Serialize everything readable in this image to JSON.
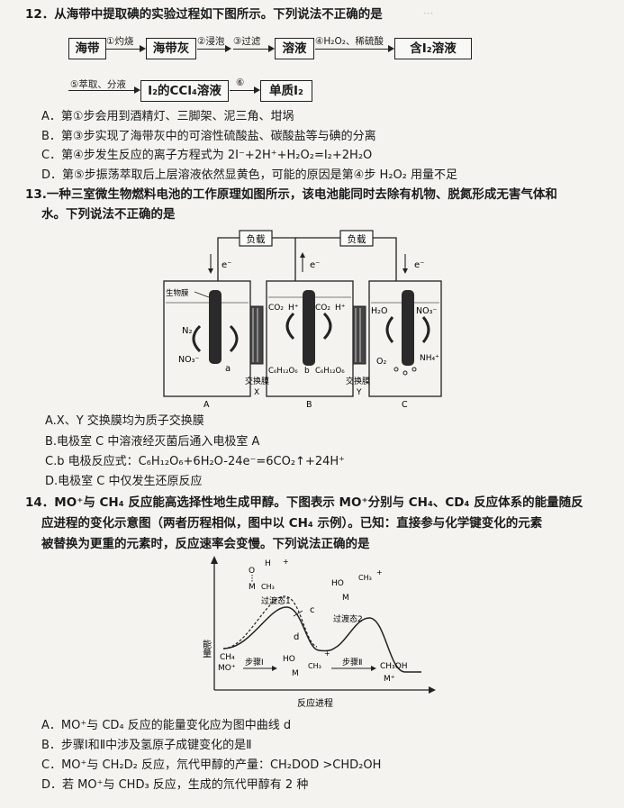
{
  "q12": {
    "stem": "12．从海带中提取碘的实验过程如下图所示。下列说法不正确的是",
    "flow": {
      "boxes": [
        "海带",
        "海带灰",
        "溶液",
        "含I₂溶液",
        "I₂的CCl₄溶液",
        "单质I₂"
      ],
      "steps": [
        "①灼烧",
        "②浸泡",
        "③过滤",
        "④H₂O₂、稀硫酸",
        "⑤萃取、分液",
        "⑥"
      ]
    },
    "options": [
      "A．第①步会用到酒精灯、三脚架、泥三角、坩埚",
      "B．第③步实现了海带灰中的可溶性硫酸盐、碳酸盐等与碘的分离",
      "C．第④步发生反应的离子方程式为 2I⁻+2H⁺+H₂O₂=I₂+2H₂O",
      "D．第⑤步振荡萃取后上层溶液依然显黄色，可能的原因是第④步 H₂O₂ 用量不足"
    ]
  },
  "q13": {
    "stem_line1": "13.一种三室微生物燃料电池的工作原理如图所示，该电池能同时去除有机物、脱氮形成无害气体和",
    "stem_line2": "水。下列说法不正确的是",
    "figure": {
      "load": "负载",
      "electron": "e⁻",
      "biofilm": "生物膜",
      "labels_a": [
        "N₂",
        "NO₃⁻",
        "a"
      ],
      "labels_b": [
        "CO₂",
        "H⁺",
        "CO₂",
        "H⁺",
        "C₆H₁₂O₆",
        "b",
        "C₆H₁₂O₆"
      ],
      "labels_c": [
        "H₂O",
        "NO₃⁻",
        "O₂",
        "NH₄⁺"
      ],
      "membrane": "交换膜",
      "membrane_x": "X",
      "membrane_y": "Y",
      "room_a": "A",
      "room_b": "B",
      "room_c": "C"
    },
    "options": [
      "A.X、Y 交换膜均为质子交换膜",
      "B.电极室 C 中溶液经灭菌后通入电极室 A",
      "C.b 电极反应式：C₆H₁₂O₆+6H₂O-24e⁻=6CO₂↑+24H⁺",
      "D.电极室 C 中仅发生还原反应"
    ]
  },
  "q14": {
    "stem_line1": "14．MO⁺与 CH₄ 反应能高选择性地生成甲醇。下图表示 MO⁺分别与 CH₄、CD₄ 反应体系的能量随反",
    "stem_line2": "应进程的变化示意图（两者历程相似，图中以 CH₄ 示例）。已知：直接参与化学键变化的元素",
    "stem_line3": "被替换为更重的元素时，反应速率会变慢。下列说法正确的是",
    "figure": {
      "ylabel": "能量",
      "xlabel": "反应进程",
      "ts1": "过渡态1",
      "ts2": "过渡态2",
      "curve_c": "c",
      "curve_d": "d",
      "step1": "步骤Ⅰ",
      "step2": "步骤Ⅱ",
      "reactant1": "CH₄",
      "reactant2": "MO⁺",
      "product1": "CH₃OH",
      "product2": "M⁺",
      "atom_o": "O",
      "atom_h": "H",
      "atom_m": "M",
      "group_ch3": "CH₃",
      "ho": "HO",
      "plus": "+"
    },
    "options": [
      "A．MO⁺与 CD₄ 反应的能量变化应为图中曲线 d",
      "B．步骤Ⅰ和Ⅱ中涉及氢原子成键变化的是Ⅱ",
      "C．MO⁺与 CH₂D₂ 反应，氘代甲醇的产量：CH₂DOD >CHD₂OH",
      "D．若 MO⁺与 CHD₃ 反应，生成的氘代甲醇有 2 种"
    ]
  }
}
